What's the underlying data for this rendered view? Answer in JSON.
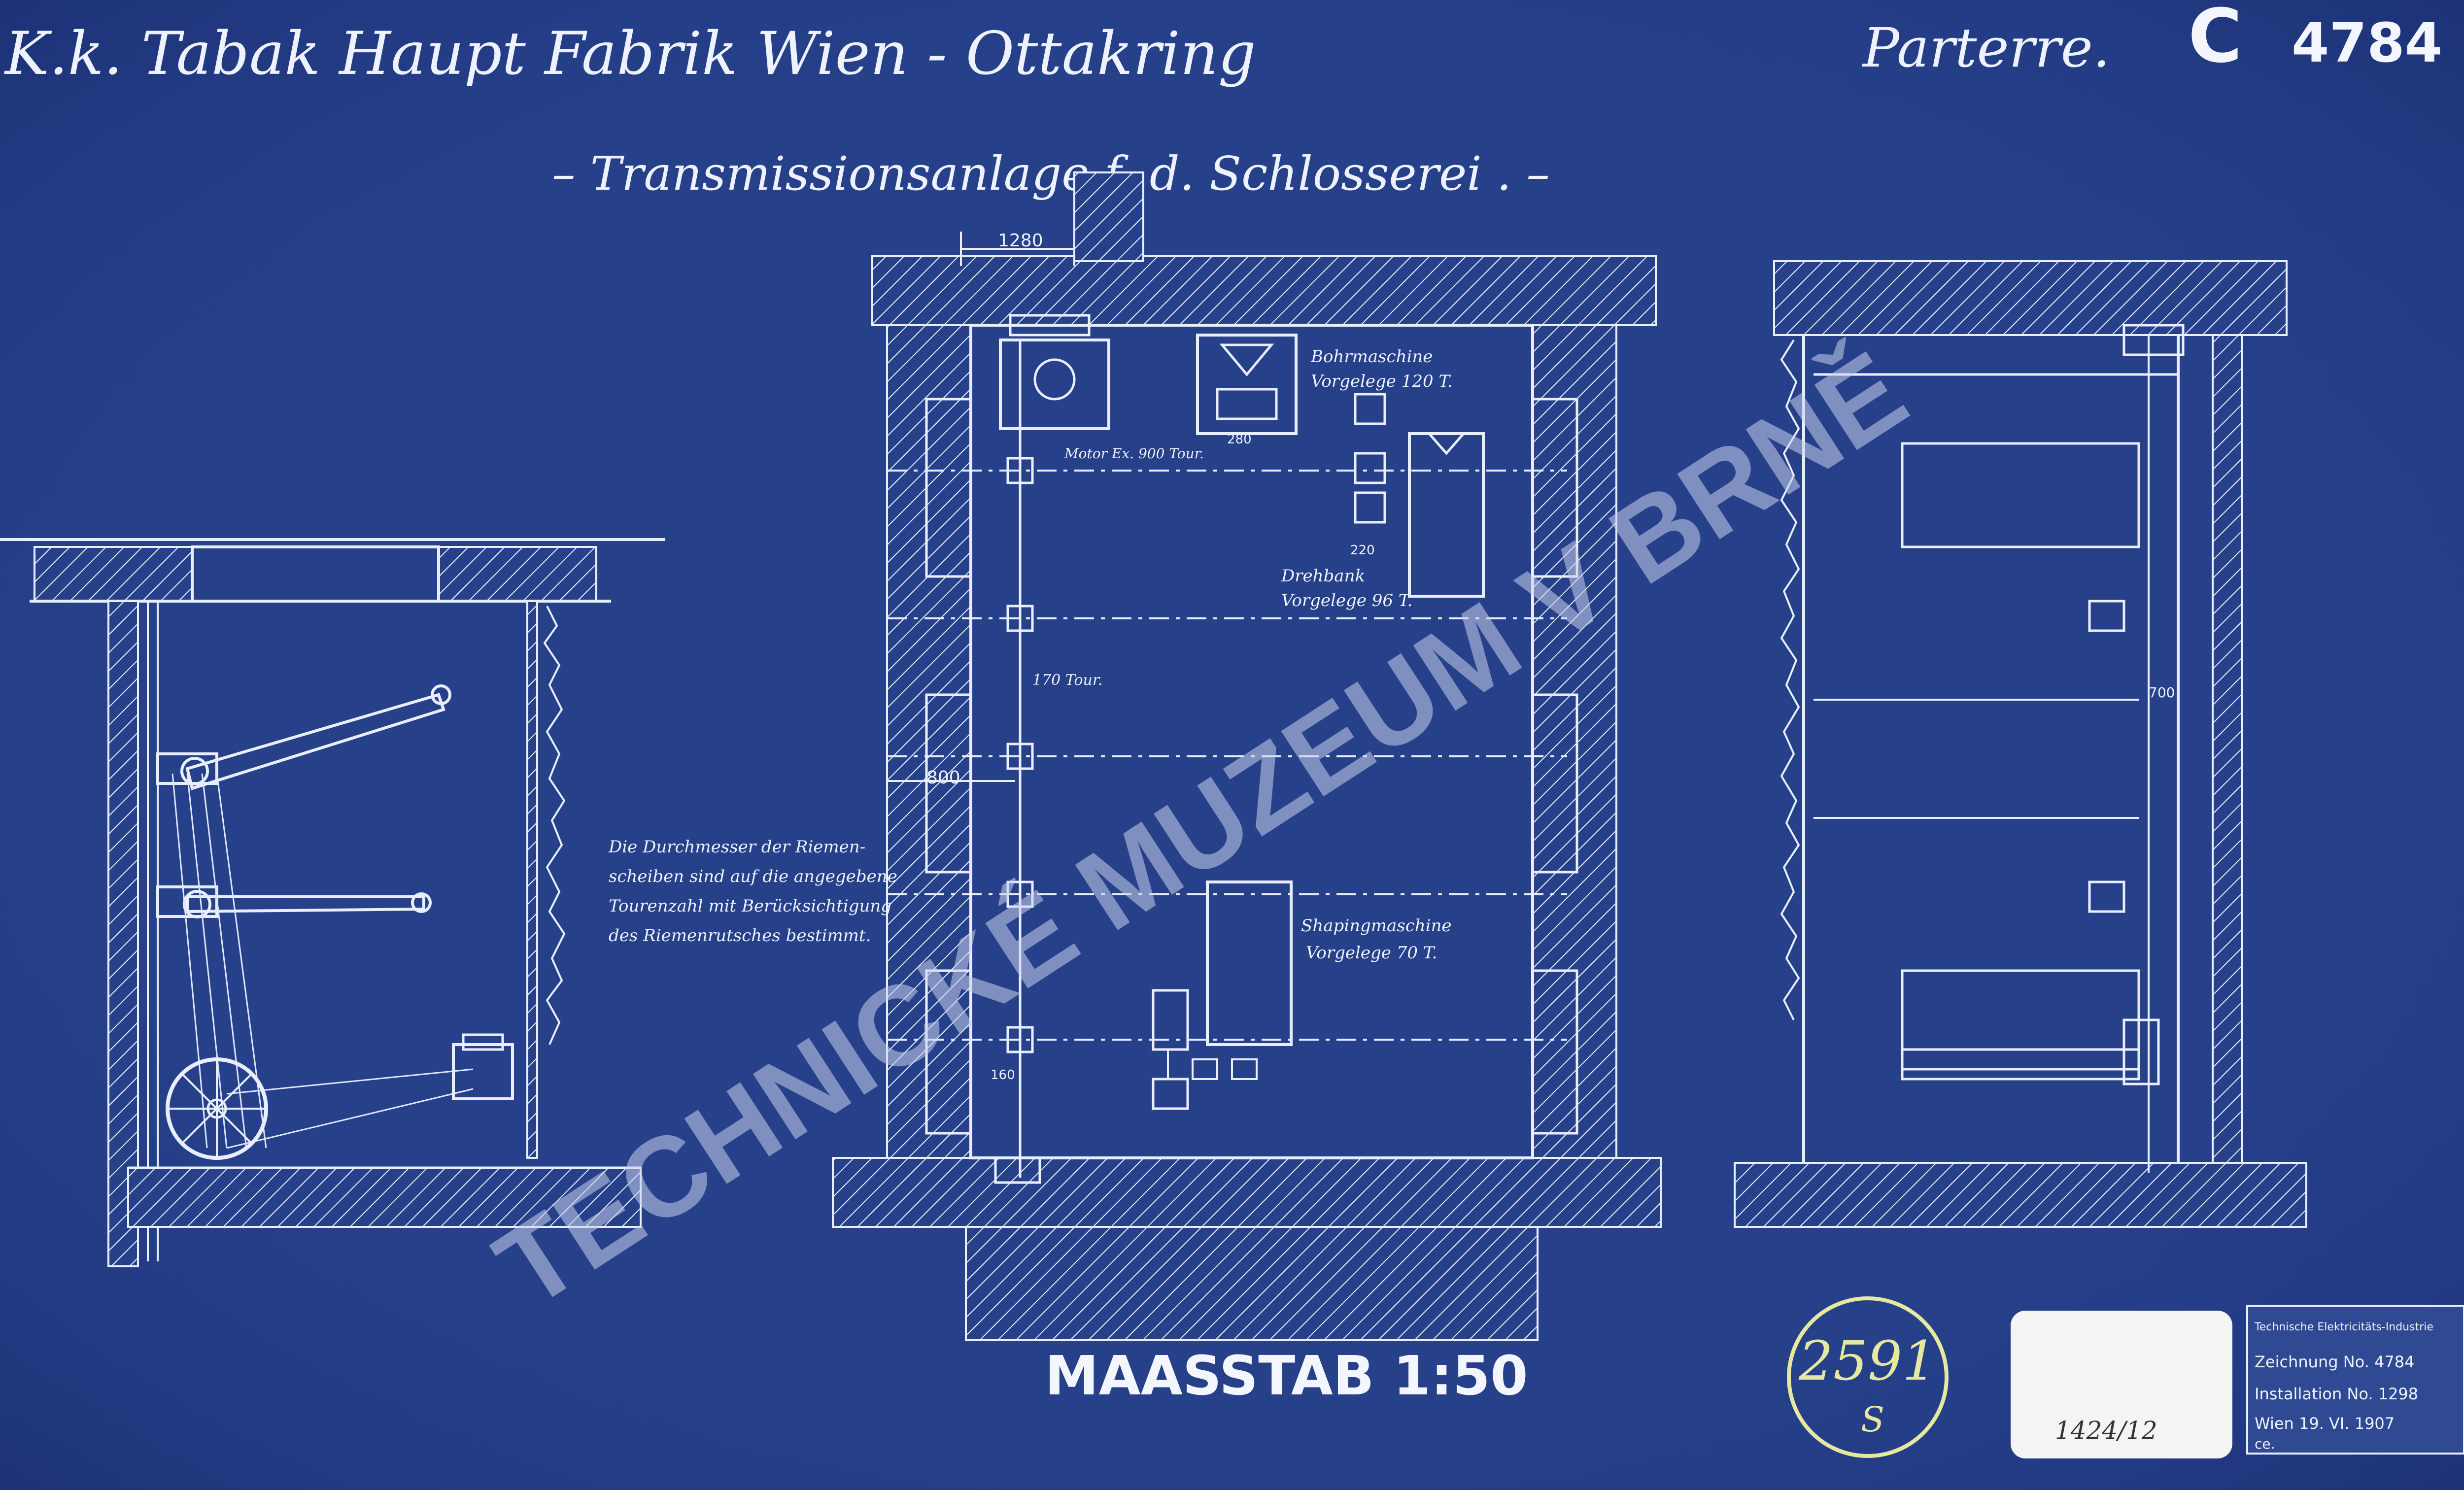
{
  "title_block": {
    "factory": "K.k. Tabak Haupt Fabrik  Wien - Ottakring",
    "floor": "Parterre.",
    "drawing_letter": "C",
    "drawing_number": "4784",
    "subtitle": "– Transmissionsanlage  f. d. Schlosserei . –"
  },
  "plan_labels": {
    "dim_1280": "1280",
    "dim_800": "800",
    "dim_280": "280",
    "dim_220": "220",
    "dim_160": "160",
    "dim_700": "700",
    "bohrmaschine": "Bohrmaschine",
    "bohr_vorgelege": "Vorgelege 120 T.",
    "motor": "Motor Ex. 900 Tour.",
    "drehbank": "Drehbank",
    "dreh_vorgelege": "Vorgelege 96 T.",
    "shaft_speed": "170 Tour.",
    "shaping": "Shapingmaschine",
    "shaping_vorgelege": "Vorgelege 70 T."
  },
  "note": [
    "Die Durchmesser der Riemen-",
    "scheiben sind auf die angegebene",
    "Tourenzahl mit Berücksichtigung",
    "des Riemenrutsches bestimmt."
  ],
  "scale": "MAASSTAB 1:50",
  "watermark": "TECHNICKÉ MUZEUM V BRNĚ",
  "archive_number": "2591",
  "archive_suffix": "S",
  "label_handwritten": "1424/12",
  "stamp": {
    "header": "Technische Elektricitäts-Industrie",
    "drawing_no": "Zeichnung No. 4784",
    "installation_no": "Installation No. 1298",
    "place_date": "Wien 19. VI. 1907",
    "initials": "ce."
  },
  "colors": {
    "blueprint": "#26408a",
    "lines": "#e9eeff"
  }
}
